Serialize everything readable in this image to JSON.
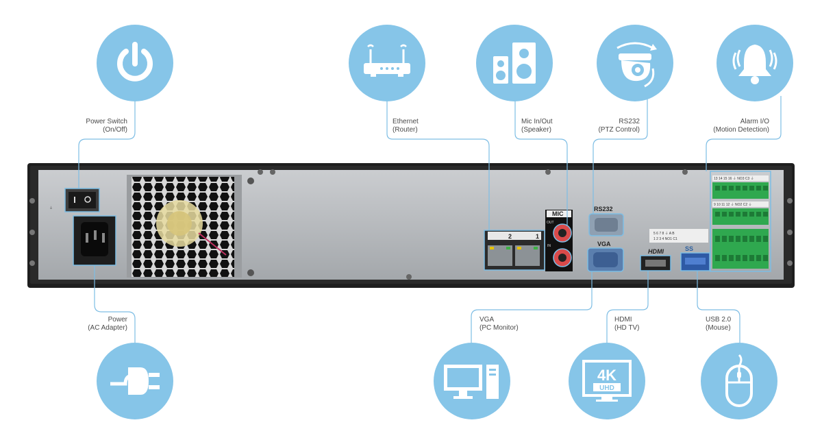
{
  "features": {
    "power_switch": {
      "line1": "Power Switch",
      "line2": "(On/Off)",
      "icon": "power-icon"
    },
    "power": {
      "line1": "Power",
      "line2": "(AC Adapter)",
      "icon": "plug-icon"
    },
    "ethernet": {
      "line1": "Ethernet",
      "line2": "(Router)",
      "icon": "router-icon"
    },
    "mic": {
      "line1": "Mic In/Out",
      "line2": "(Speaker)",
      "icon": "speaker-icon"
    },
    "rs232": {
      "line1": "RS232",
      "line2": "(PTZ Control)",
      "icon": "ptz-camera-icon"
    },
    "alarm": {
      "line1": "Alarm I/O",
      "line2": "(Motion Detection)",
      "icon": "alarm-bell-icon"
    },
    "vga": {
      "line1": "VGA",
      "line2": "(PC Monitor)",
      "icon": "pc-monitor-icon"
    },
    "hdmi": {
      "line1": "HDMI",
      "line2": "(HD TV)",
      "icon": "4k-uhd-icon"
    },
    "usb": {
      "line1": "USB 2.0",
      "line2": "(Mouse)",
      "icon": "mouse-icon"
    }
  },
  "panel": {
    "mic_label": "MIC",
    "mic_out": "OUT",
    "mic_in": "IN",
    "rs232_label": "RS232",
    "vga_label": "VGA",
    "hdmi_label": "HDMI",
    "usb_label": "SS",
    "eth_port_2": "2",
    "eth_port_1": "1",
    "alarm_top_labels": "13 14 15 16 ⏚ NO3 C3 ⏚",
    "alarm_mid_labels": "9 10 11 12 ⏚ NO2 C2 ⏚",
    "alarm_low_top": "5 6 7 8 ⏚ A B",
    "alarm_low_bottom": "1 2 3 4 NO1 C1",
    "icon_text_4k": "4K",
    "icon_text_uhd": "UHD"
  },
  "colors": {
    "accent": "#86c5e8",
    "line": "#7dbde4",
    "chassis": "#1c1c1c",
    "panel": "#b9bcbf",
    "terminal": "#2fa84f"
  }
}
